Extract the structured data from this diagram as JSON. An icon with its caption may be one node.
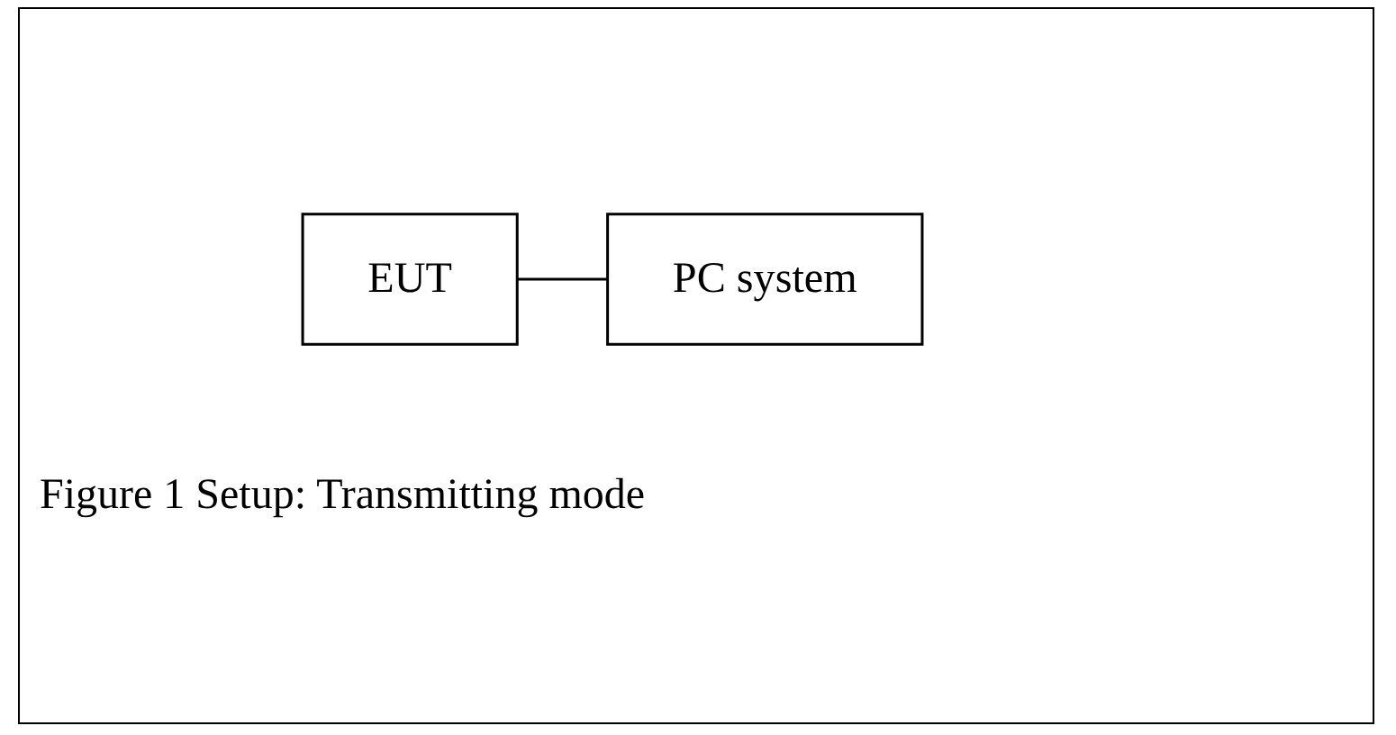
{
  "diagram": {
    "caption": "Figure 1 Setup: Transmitting mode",
    "nodes": [
      {
        "text": [
          "EUT"
        ]
      },
      {
        "text": [
          "PC system"
        ]
      }
    ],
    "edges": [
      {
        "from": 0,
        "to": 1,
        "arrow": "none"
      }
    ]
  }
}
